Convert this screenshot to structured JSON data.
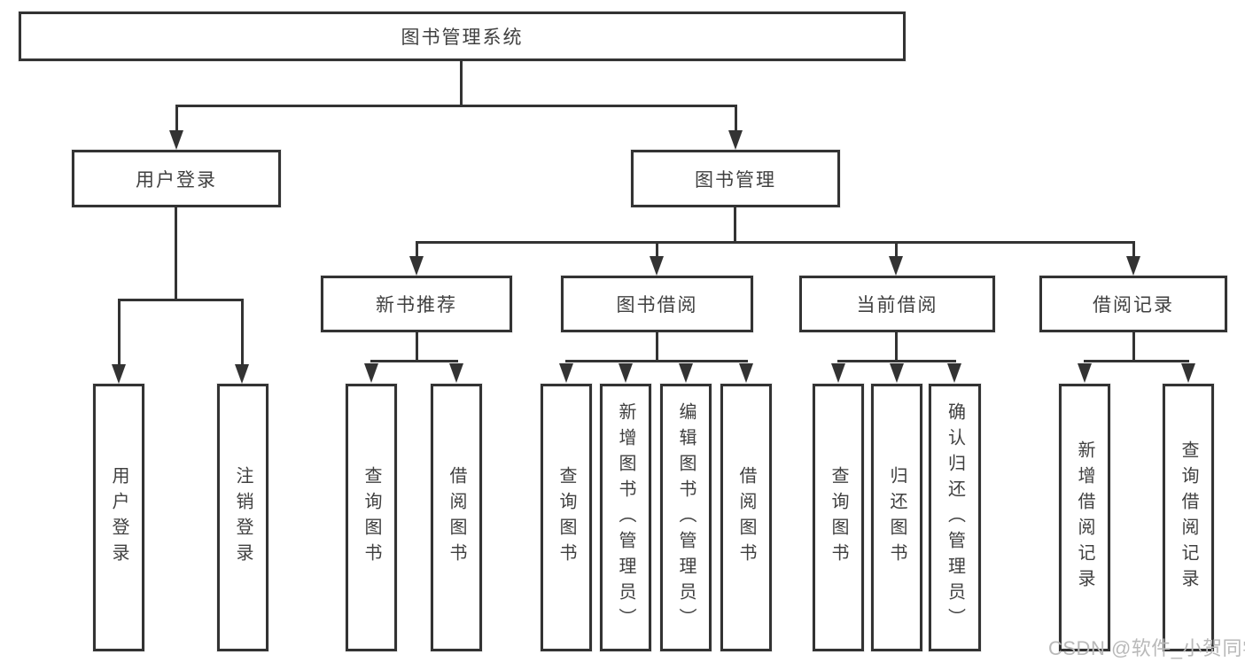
{
  "diagram": {
    "root_label": "图书管理系统",
    "branches": [
      {
        "label": "用户登录",
        "children": [
          {
            "label": "用户登录"
          },
          {
            "label": "注销登录"
          }
        ]
      },
      {
        "label": "图书管理",
        "sections": [
          {
            "label": "新书推荐",
            "children": [
              {
                "label": "查询图书"
              },
              {
                "label": "借阅图书"
              }
            ]
          },
          {
            "label": "图书借阅",
            "children": [
              {
                "label": "查询图书"
              },
              {
                "label": "新增图书（管理员）"
              },
              {
                "label": "编辑图书（管理员）"
              },
              {
                "label": "借阅图书"
              }
            ]
          },
          {
            "label": "当前借阅",
            "children": [
              {
                "label": "查询图书"
              },
              {
                "label": "归还图书"
              },
              {
                "label": "确认归还（管理员）"
              }
            ]
          },
          {
            "label": "借阅记录",
            "children": [
              {
                "label": "新增借阅记录"
              },
              {
                "label": "查询借阅记录"
              }
            ]
          }
        ]
      }
    ]
  },
  "colors": {
    "line": "#333333",
    "text": "#404040",
    "watermark": "#b9b9b9",
    "background": "#ffffff"
  },
  "watermark": "CSDN @软件_小贺同学"
}
